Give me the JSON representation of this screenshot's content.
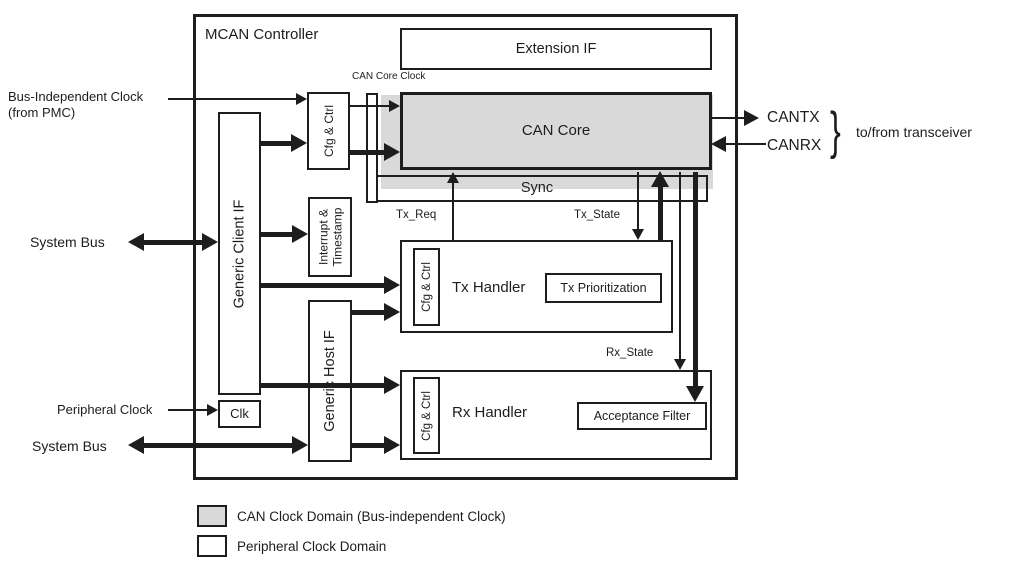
{
  "diagram": {
    "title": "MCAN Controller",
    "blocks": {
      "extension_if": "Extension IF",
      "can_core": "CAN Core",
      "sync": "Sync",
      "cfg_ctrl": "Cfg & Ctrl",
      "generic_client_if": "Generic Client IF",
      "interrupt_timestamp_line1": "Interrupt &",
      "interrupt_timestamp_line2": "Timestamp",
      "generic_host_if": "Generic Host IF",
      "clk": "Clk",
      "tx_handler": "Tx Handler",
      "tx_prioritization": "Tx Prioritization",
      "rx_handler": "Rx Handler",
      "acceptance_filter": "Acceptance Filter"
    },
    "signals": {
      "can_core_clock": "CAN Core Clock",
      "tx_req": "Tx_Req",
      "tx_state": "Tx_State",
      "rx_state": "Rx_State"
    },
    "external": {
      "bus_independent_clock_line1": "Bus-Independent Clock",
      "bus_independent_clock_line2": "(from PMC)",
      "system_bus": "System Bus",
      "peripheral_clock": "Peripheral Clock",
      "cantx": "CANTX",
      "canrx": "CANRX",
      "brace": "}",
      "transceiver": "to/from transceiver"
    },
    "legend": {
      "can_clock_domain": "CAN Clock Domain (Bus-independent Clock)",
      "peripheral_clock_domain": "Peripheral Clock Domain"
    },
    "colors": {
      "line": "#1d1d1d",
      "can_clock_domain_fill": "#d9d9d9",
      "background": "#ffffff"
    }
  }
}
